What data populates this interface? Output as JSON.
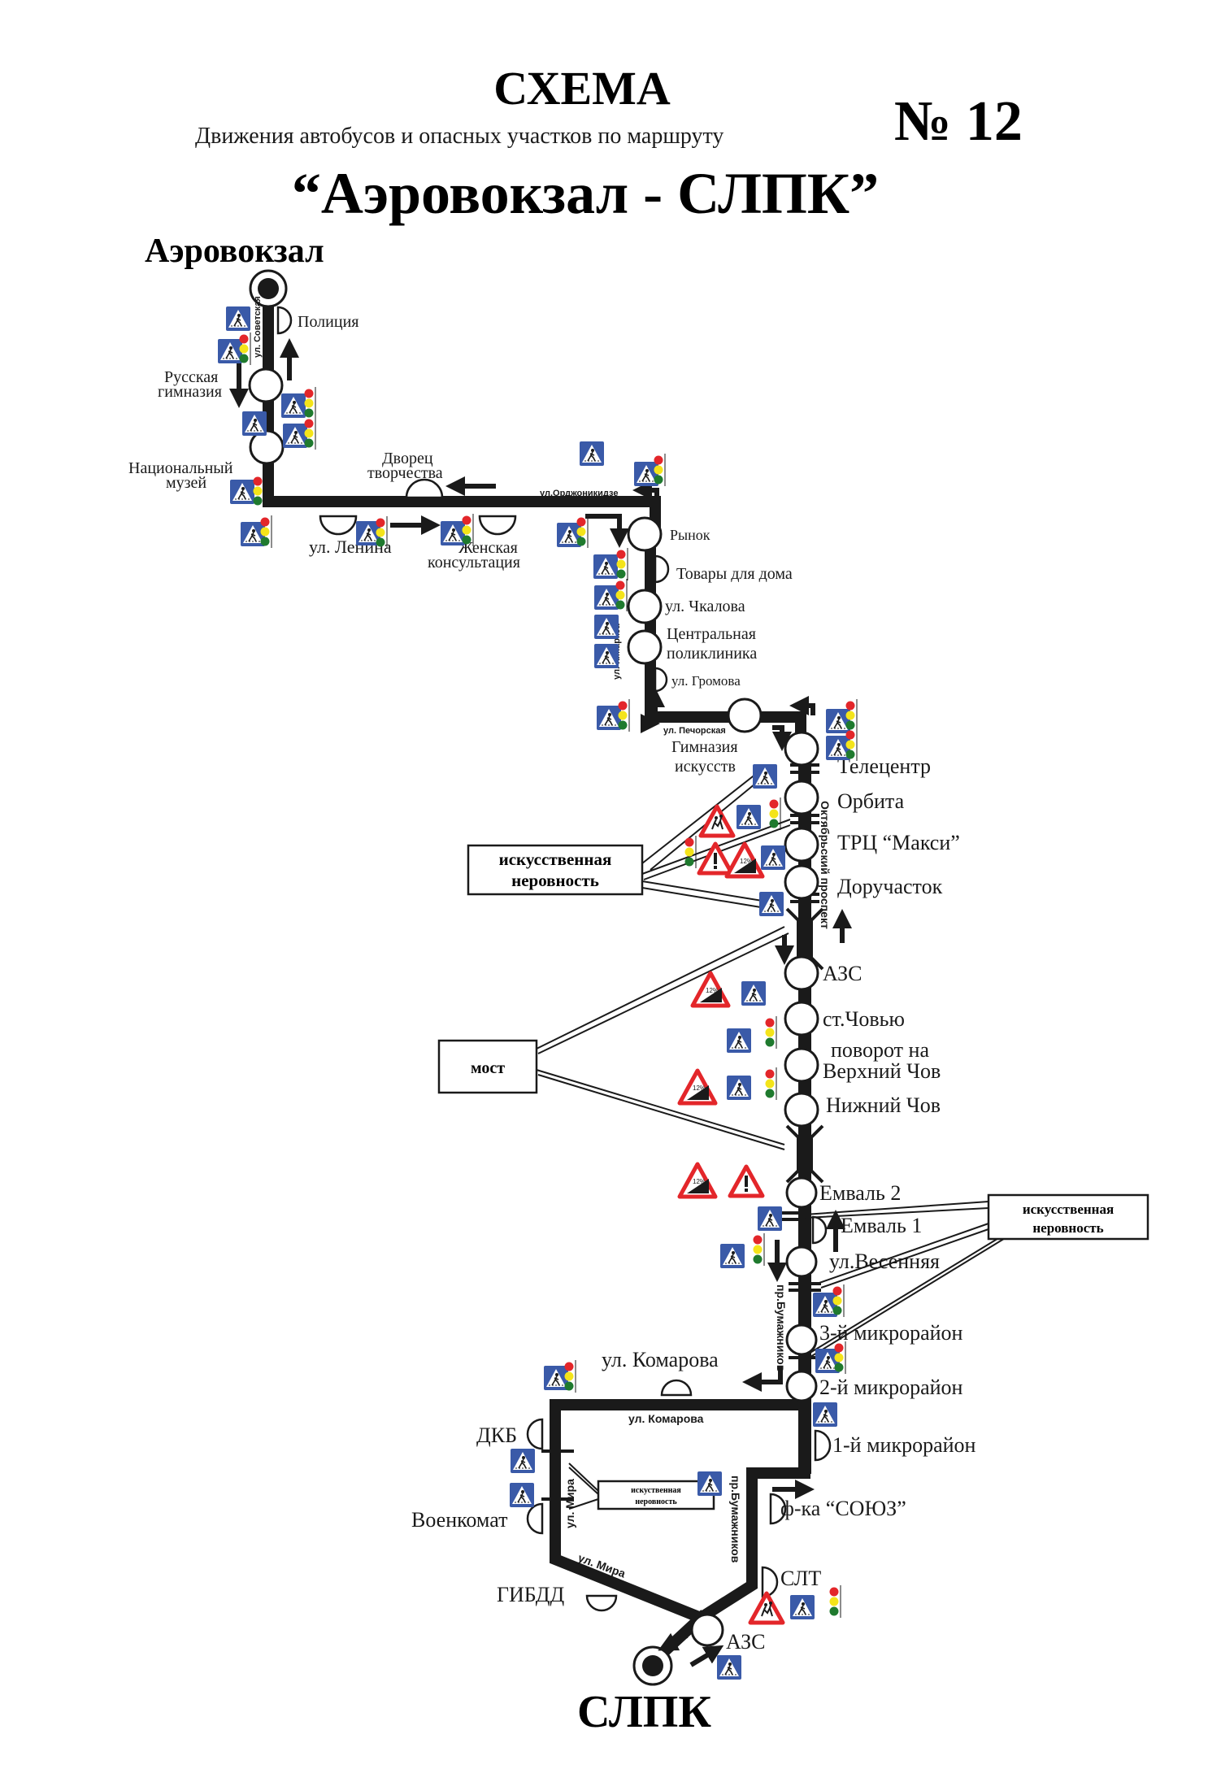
{
  "header": {
    "title": "СХЕМА",
    "subtitle": "Движения автобусов и опасных участков по маршруту",
    "route_number": "№ 12",
    "route_name": "“Аэровокзал - СЛПК”"
  },
  "terminals": {
    "start": "Аэровокзал",
    "end": "СЛПК"
  },
  "stops": {
    "politsiya": "Полиция",
    "russkaya_1": "Русская",
    "russkaya_2": "гимназия",
    "natsmuzey_1": "Национальный",
    "natsmuzey_2": "музей",
    "dvorets_1": "Дворец",
    "dvorets_2": "творчества",
    "zhensk_1": "Женская",
    "zhensk_2": "консультация",
    "rynok": "Рынок",
    "tovary": "Товары для дома",
    "chkalova": "ул. Чкалова",
    "poliklinika_1": "Центральная",
    "poliklinika_2": "поликлиника",
    "gromova": "ул. Громова",
    "gimnaziya_1": "Гимназия",
    "gimnaziya_2": "искусств",
    "telecentr": "Телецентр",
    "orbita": "Орбита",
    "maksi": "ТРЦ “Макси”",
    "doruchastok": "Доручасток",
    "azs1": "АЗС",
    "chovyu": "ст.Човью",
    "verkhniy_1": "поворот на",
    "verkhniy_2": "Верхний Чов",
    "nizhniy": "Нижний Чов",
    "emval2": "Емваль 2",
    "emval1": "Емваль 1",
    "vesennyaya": "ул.Весенняя",
    "mkr3": "3-й микрорайон",
    "mkr2": "2-й микрорайон",
    "komarova_stop": "ул. Комарова",
    "mkr1": "1-й микрорайон",
    "soyuz": "ф-ка “СОЮЗ”",
    "dkb": "ДКБ",
    "voenkomat": "Военкомат",
    "gibdd": "ГИБДД",
    "slt": "СЛТ",
    "azs2": "АЗС"
  },
  "streets": {
    "sovetskaya": "ул. Советская",
    "lenina": "ул. Ленина",
    "ordzhonikidze": "ул.Орджоникидзе",
    "kmarksa": "ул. К.Маркса",
    "pechorskaya": "ул. Печорская",
    "oktyabrskiy": "Октябрьский проспект",
    "bumazhnikov_1": "пр.Бумажников",
    "komarova": "ул. Комарова",
    "mira_1": "ул. Мира",
    "mira_2": "ул. Мира",
    "bumazhnikov_2": "пр.Бумажников"
  },
  "callouts": {
    "bump_1_a": "искусственная",
    "bump_1_b": "неровность",
    "bridge": "мост",
    "bump_2_a": "искусственная",
    "bump_2_b": "неровность",
    "bump_3_a": "искуственная",
    "bump_3_b": "неровность"
  },
  "legend_colors": {
    "road": "#1a1a1a",
    "sign_blue": "#3a5aa8",
    "warning_red": "#e3262a",
    "light_red": "#e3262a",
    "light_yellow": "#f4e41a",
    "light_green": "#1f7a2e"
  }
}
